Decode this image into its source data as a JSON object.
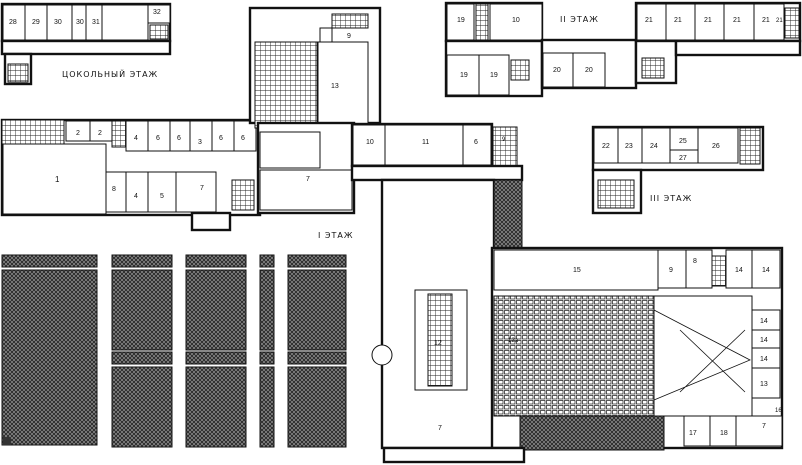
{
  "floor_titles": {
    "basement": "ЦОКОЛЬНЫЙ ЭТАЖ",
    "first": "I ЭТАЖ",
    "second": "II ЭТАЖ",
    "third": "III ЭТАЖ"
  },
  "room_labels": {
    "b28": "28",
    "b29": "29",
    "b30a": "30",
    "b30b": "30",
    "b31": "31",
    "b32": "32",
    "s19a": "19",
    "s10": "10",
    "s19b": "19",
    "s19c": "19",
    "s20a": "20",
    "s20b": "20",
    "s21a": "21",
    "s21b": "21",
    "s21c": "21",
    "s21d": "21",
    "s21e": "21",
    "s21f": "21",
    "t22": "22",
    "t23": "23",
    "t24": "24",
    "t25": "25",
    "t27": "27",
    "t26": "26",
    "f1": "1",
    "f2a": "2",
    "f2b": "2",
    "f4a": "4",
    "f4b": "4",
    "f6a": "6",
    "f6b": "6",
    "f6c": "6",
    "f6d": "6",
    "f3": "3",
    "f5": "5",
    "f7a": "7",
    "f7b": "7",
    "f8": "8",
    "f9": "9",
    "f10": "10",
    "f11": "11",
    "f12": "12",
    "f13": "13",
    "f15": "15",
    "f16": "16",
    "f17": "17",
    "f18": "18",
    "f9b": "9",
    "f8b": "8",
    "f14a": "14",
    "f14b": "14",
    "f14c": "14",
    "f14d": "14",
    "f14e": "14",
    "f13b": "13",
    "f7c": "7",
    "f12a": "12а",
    "f7d": "7",
    "f6e": "6"
  }
}
